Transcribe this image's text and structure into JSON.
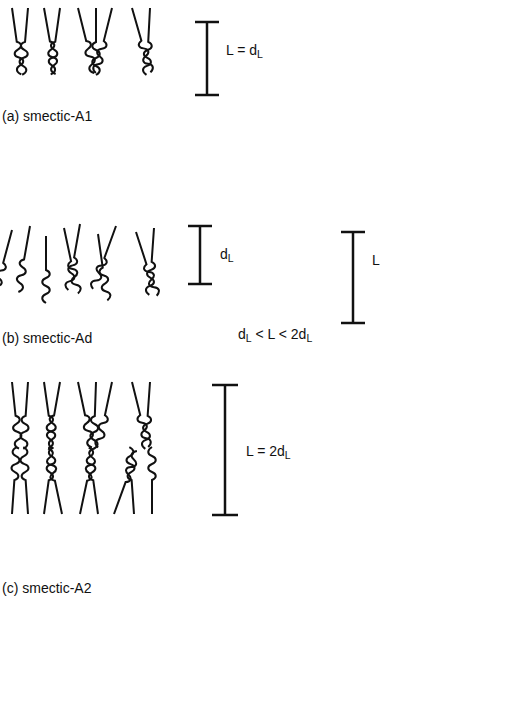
{
  "diagram": {
    "labels": [
      "L = dL",
      "(a) smectic-A1",
      "dL",
      "L",
      "dL < L < 2dL",
      "(b) smectic-Ad",
      "L = 2dL",
      "(c) smectic-A2"
    ]
  }
}
